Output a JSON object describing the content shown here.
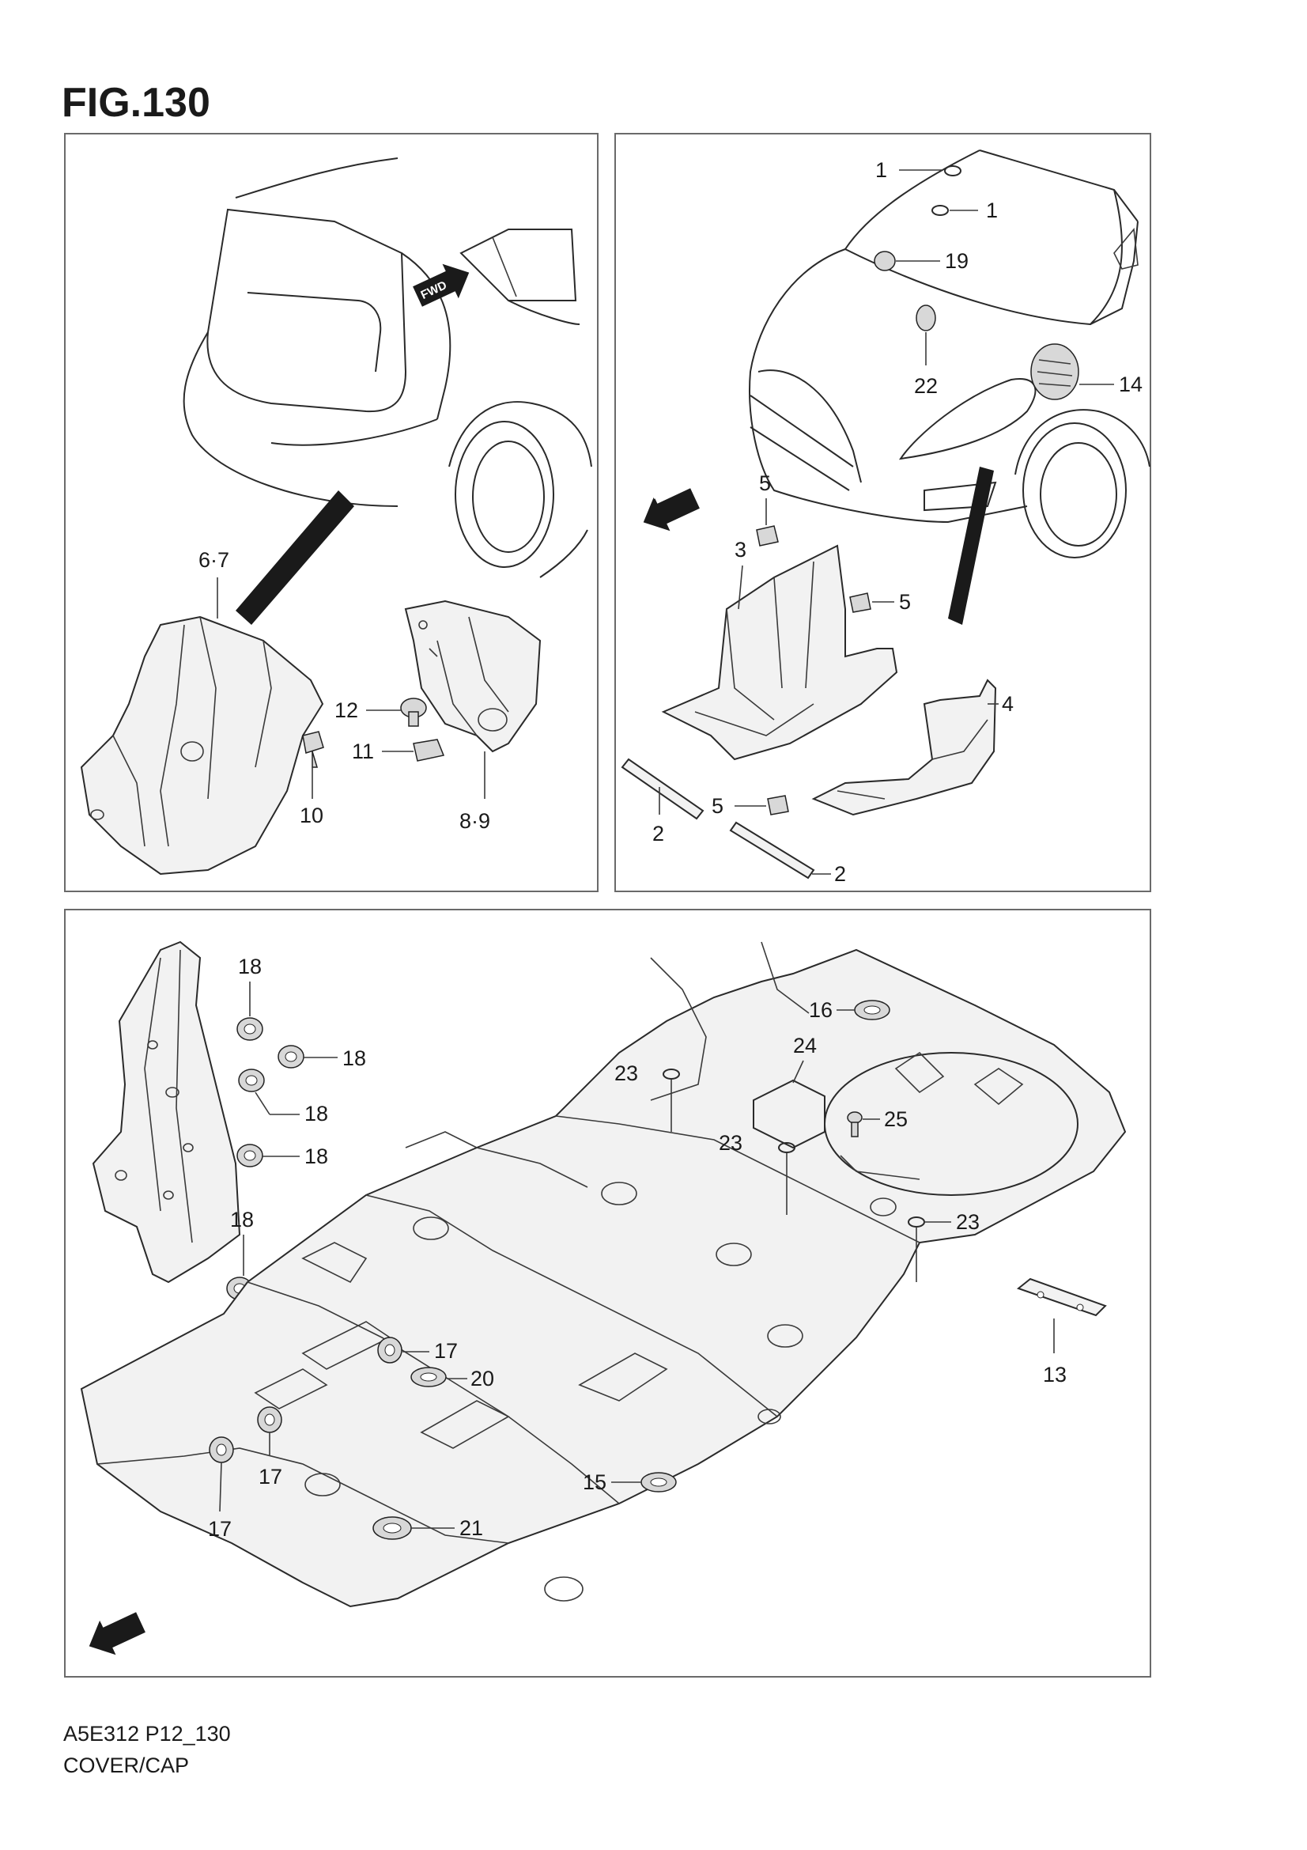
{
  "figure": {
    "title": "FIG.130"
  },
  "fwd_label": "FWD",
  "panel_a": {
    "callouts": {
      "c67": "6·7",
      "c12": "12",
      "c11": "11",
      "c10": "10",
      "c89": "8·9"
    }
  },
  "panel_b": {
    "callouts": {
      "c1a": "1",
      "c1b": "1",
      "c19": "19",
      "c22": "22",
      "c14": "14",
      "c5a": "5",
      "c3": "3",
      "c5b": "5",
      "c4": "4",
      "c5c": "5",
      "c2a": "2",
      "c2b": "2"
    }
  },
  "panel_c": {
    "callouts": {
      "c18a": "18",
      "c18b": "18",
      "c18c": "18",
      "c18d": "18",
      "c18e": "18",
      "c16": "16",
      "c24": "24",
      "c23a": "23",
      "c25": "25",
      "c23b": "23",
      "c23c": "23",
      "c13": "13",
      "c17a": "17",
      "c20": "20",
      "c17b": "17",
      "c17c": "17",
      "c15": "15",
      "c21": "21"
    }
  },
  "footer": {
    "code": "A5E312 P12_130",
    "name": "COVER/CAP"
  }
}
